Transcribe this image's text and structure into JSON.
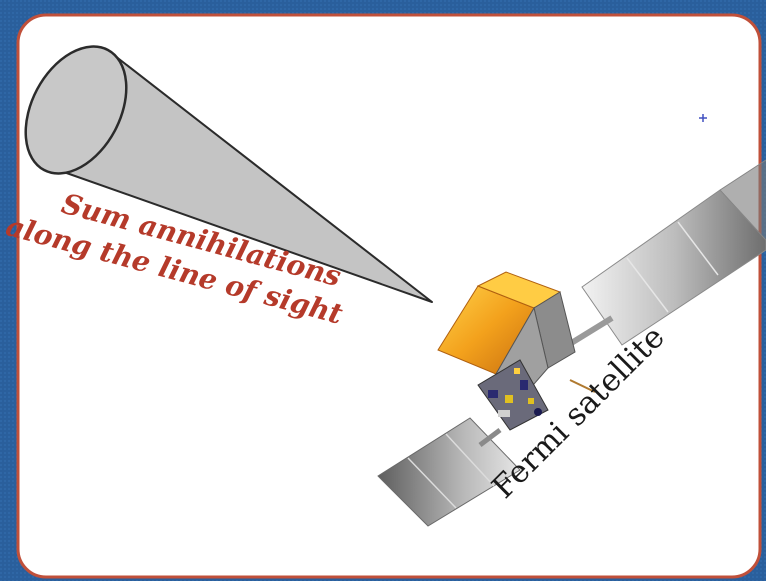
{
  "diagram": {
    "cone_label_line1": "Sum annihilations",
    "cone_label_line2": "along the line of sight",
    "satellite_label": "Fermi satellite"
  },
  "colors": {
    "slide_background": "#2a5f9c",
    "panel_fill": "#ffffff",
    "panel_border": "#c0503a",
    "cone_fill": "#c8c8c8",
    "cone_label": "#b53a2a",
    "satellite_label": "#1a1a1a",
    "satellite_body": "#f0a020",
    "solar_panel": "#9a9a9a"
  }
}
